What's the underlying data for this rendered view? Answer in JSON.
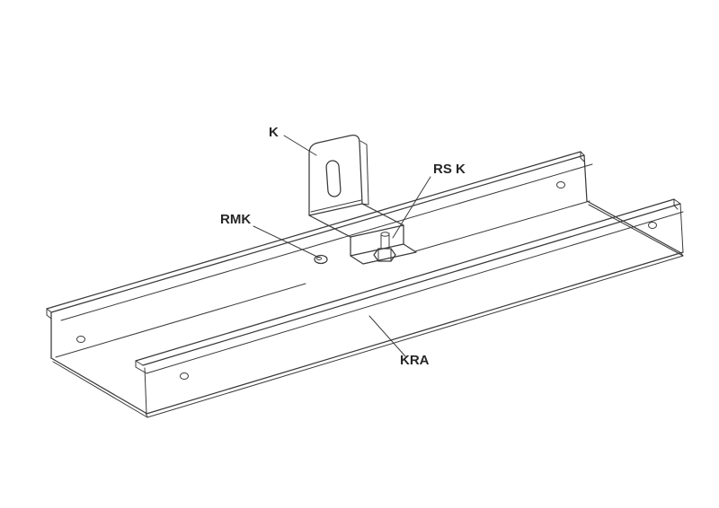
{
  "diagram": {
    "labels": {
      "k": "K",
      "rs_k": "RS K",
      "rmk": "RMK",
      "kra": "KRA"
    },
    "colors": {
      "line": "#3a3a3a",
      "text": "#262626",
      "background": "#ffffff"
    }
  }
}
